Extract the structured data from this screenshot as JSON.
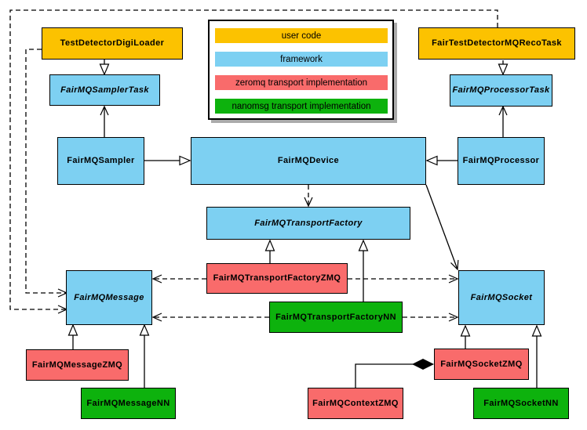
{
  "colors": {
    "user_code": "#FCC200",
    "framework": "#7DD0F2",
    "zeromq": "#F96B6B",
    "nanomsg": "#0DB20D",
    "line": "#000000",
    "background": "#FFFFFF",
    "legend_shadow": "#ABABAB"
  },
  "legend": {
    "items": [
      {
        "label": "user code",
        "color_key": "user_code"
      },
      {
        "label": "framework",
        "color_key": "framework"
      },
      {
        "label": "zeromq transport implementation",
        "color_key": "zeromq"
      },
      {
        "label": "nanomsg transport implementation",
        "color_key": "nanomsg"
      }
    ]
  },
  "classes": {
    "test_detector_digi_loader": {
      "label": "TestDetectorDigiLoader",
      "category": "user_code",
      "abstract": false
    },
    "fair_test_detector_mq_reco_task": {
      "label": "FairTestDetectorMQRecoTask",
      "category": "user_code",
      "abstract": false
    },
    "fairmq_sampler_task": {
      "label": "FairMQSamplerTask",
      "category": "framework",
      "abstract": true
    },
    "fairmq_processor_task": {
      "label": "FairMQProcessorTask",
      "category": "framework",
      "abstract": true
    },
    "fairmq_sampler": {
      "label": "FairMQSampler",
      "category": "framework",
      "abstract": false
    },
    "fairmq_device": {
      "label": "FairMQDevice",
      "category": "framework",
      "abstract": false
    },
    "fairmq_processor": {
      "label": "FairMQProcessor",
      "category": "framework",
      "abstract": false
    },
    "fairmq_transport_factory": {
      "label": "FairMQTransportFactory",
      "category": "framework",
      "abstract": true
    },
    "fairmq_transport_factory_zmq": {
      "label": "FairMQTransportFactoryZMQ",
      "category": "zeromq",
      "abstract": false
    },
    "fairmq_transport_factory_nn": {
      "label": "FairMQTransportFactoryNN",
      "category": "nanomsg",
      "abstract": false
    },
    "fairmq_message": {
      "label": "FairMQMessage",
      "category": "framework",
      "abstract": true
    },
    "fairmq_socket": {
      "label": "FairMQSocket",
      "category": "framework",
      "abstract": true
    },
    "fairmq_message_zmq": {
      "label": "FairMQMessageZMQ",
      "category": "zeromq",
      "abstract": false
    },
    "fairmq_message_nn": {
      "label": "FairMQMessageNN",
      "category": "nanomsg",
      "abstract": false
    },
    "fairmq_context_zmq": {
      "label": "FairMQContextZMQ",
      "category": "zeromq",
      "abstract": false
    },
    "fairmq_socket_zmq": {
      "label": "FairMQSocketZMQ",
      "category": "zeromq",
      "abstract": false
    },
    "fairmq_socket_nn": {
      "label": "FairMQSocketNN",
      "category": "nanomsg",
      "abstract": false
    }
  },
  "relationships": [
    {
      "from": "TestDetectorDigiLoader",
      "to": "FairMQSamplerTask",
      "type": "inheritance"
    },
    {
      "from": "FairTestDetectorMQRecoTask",
      "to": "FairMQProcessorTask",
      "type": "inheritance"
    },
    {
      "from": "FairMQSampler",
      "to": "FairMQDevice",
      "type": "inheritance"
    },
    {
      "from": "FairMQProcessor",
      "to": "FairMQDevice",
      "type": "inheritance"
    },
    {
      "from": "FairMQSampler",
      "to": "FairMQSamplerTask",
      "type": "association"
    },
    {
      "from": "FairMQProcessor",
      "to": "FairMQProcessorTask",
      "type": "association"
    },
    {
      "from": "FairMQDevice",
      "to": "FairMQSocket",
      "type": "association"
    },
    {
      "from": "FairMQDevice",
      "to": "FairMQTransportFactory",
      "type": "dependency"
    },
    {
      "from": "FairMQTransportFactoryZMQ",
      "to": "FairMQTransportFactory",
      "type": "inheritance"
    },
    {
      "from": "FairMQTransportFactoryNN",
      "to": "FairMQTransportFactory",
      "type": "inheritance"
    },
    {
      "from": "FairMQTransportFactoryZMQ",
      "to": "FairMQMessage",
      "type": "dependency"
    },
    {
      "from": "FairMQTransportFactoryZMQ",
      "to": "FairMQSocket",
      "type": "dependency"
    },
    {
      "from": "FairMQTransportFactoryNN",
      "to": "FairMQMessage",
      "type": "dependency"
    },
    {
      "from": "FairMQTransportFactoryNN",
      "to": "FairMQSocket",
      "type": "dependency"
    },
    {
      "from": "TestDetectorDigiLoader",
      "to": "FairMQMessage",
      "type": "dependency"
    },
    {
      "from": "FairTestDetectorMQRecoTask",
      "to": "FairMQMessage",
      "type": "dependency"
    },
    {
      "from": "FairMQMessageZMQ",
      "to": "FairMQMessage",
      "type": "inheritance"
    },
    {
      "from": "FairMQMessageNN",
      "to": "FairMQMessage",
      "type": "inheritance"
    },
    {
      "from": "FairMQSocketZMQ",
      "to": "FairMQSocket",
      "type": "inheritance"
    },
    {
      "from": "FairMQSocketNN",
      "to": "FairMQSocket",
      "type": "inheritance"
    },
    {
      "from": "FairMQSocketZMQ",
      "to": "FairMQContextZMQ",
      "type": "composition"
    }
  ]
}
